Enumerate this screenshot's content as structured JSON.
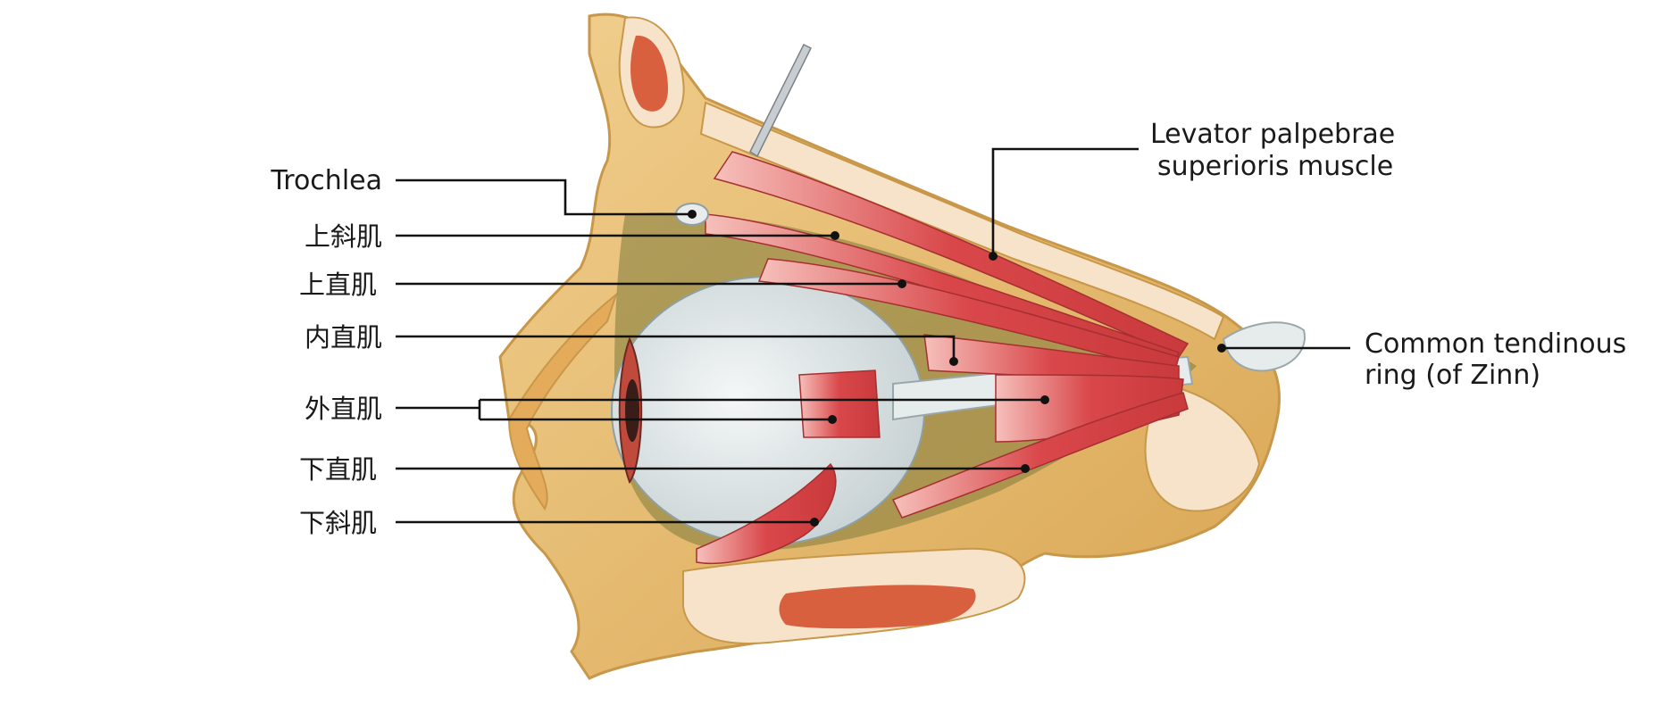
{
  "labels": {
    "trochlea": "Trochlea",
    "superior_oblique": "上斜肌",
    "superior_rectus": "上直肌",
    "medial_rectus": "内直肌",
    "lateral_rectus": "外直肌",
    "inferior_rectus": "下直肌",
    "inferior_oblique": "下斜肌",
    "levator_line1": "Levator palpebrae",
    "levator_line2": "superioris muscle",
    "ring_line1": "Common tendinous",
    "ring_line2": "ring (of Zinn)"
  },
  "colors": {
    "bone": "#e8b96a",
    "bone_light": "#f3d49a",
    "marrow": "#f6e3c9",
    "sinus": "#d9603f",
    "muscle": "#d9474a",
    "muscle_light": "#f0a2a0",
    "eyeball": "#dfe6e7",
    "leader": "#111111"
  }
}
